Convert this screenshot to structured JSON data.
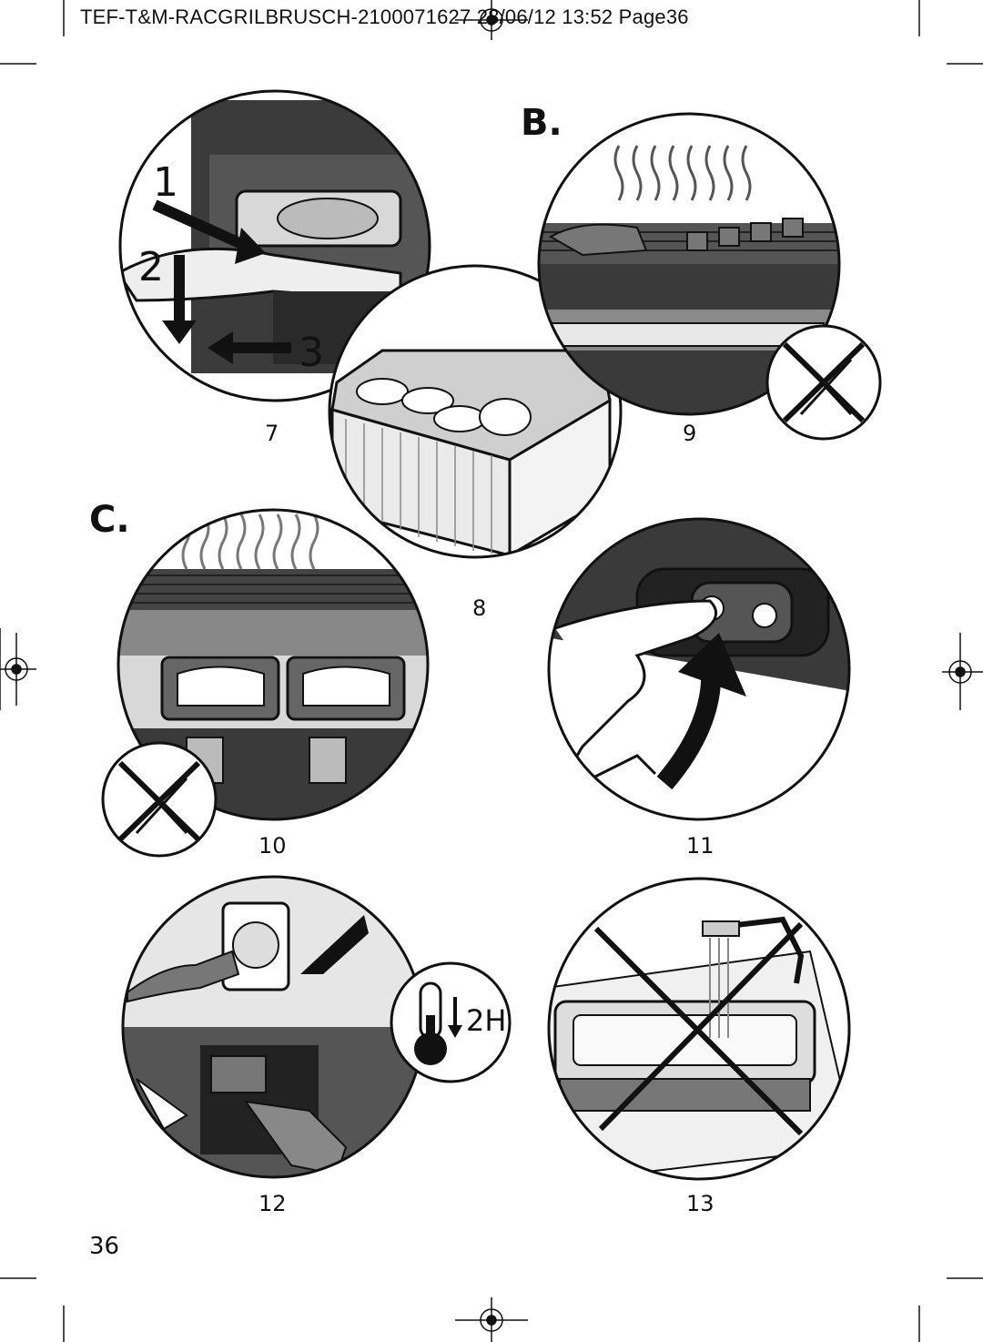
{
  "header": {
    "text": "TEF-T&M-RACGRILBRUSCH-2100071627  28/06/12  13:52  Page36"
  },
  "sections": {
    "b": "B.",
    "c": "C."
  },
  "steps": {
    "one": "1",
    "two": "2",
    "three": "3"
  },
  "figures": {
    "seven": "7",
    "eight": "8",
    "nine": "9",
    "ten": "10",
    "eleven": "11",
    "twelve": "12",
    "thirteen": "13"
  },
  "cooldown_label": "2H",
  "page_number": "36"
}
